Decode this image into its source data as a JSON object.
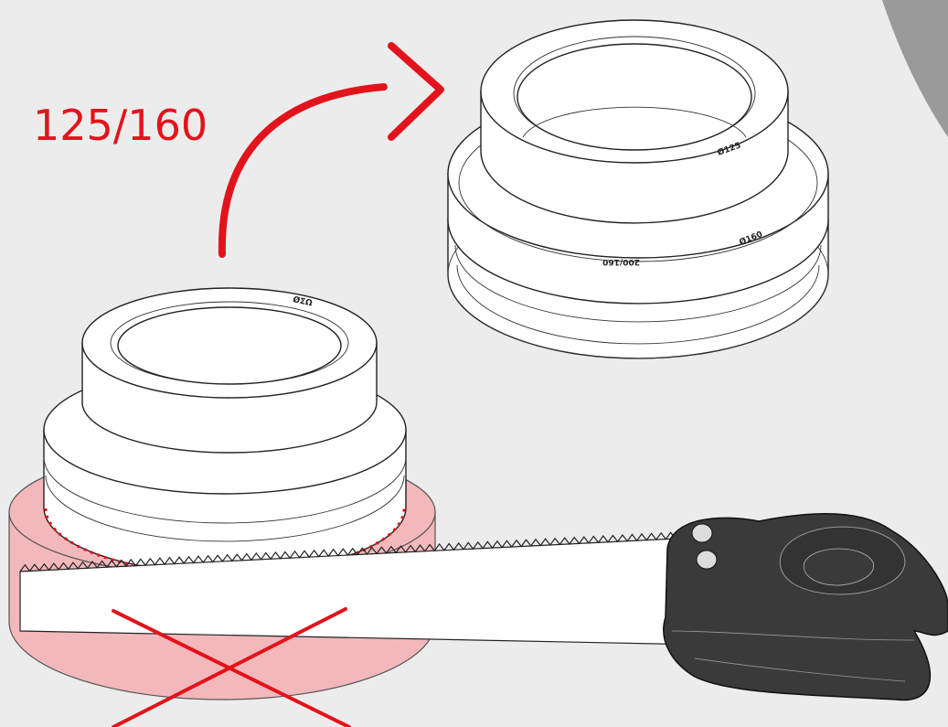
{
  "colors": {
    "accent": "#e3131b",
    "cut_fill": "#f2b8bb",
    "background": "#ececec",
    "saw_handle": "#3a3a3a"
  },
  "icons": [
    "curved-arrow-icon",
    "cross-icon",
    "saw-icon"
  ],
  "labels": {
    "step_size": "125/160",
    "ring_small": "Ø125",
    "ring_large": "Ø160",
    "size_band": "200/160"
  }
}
